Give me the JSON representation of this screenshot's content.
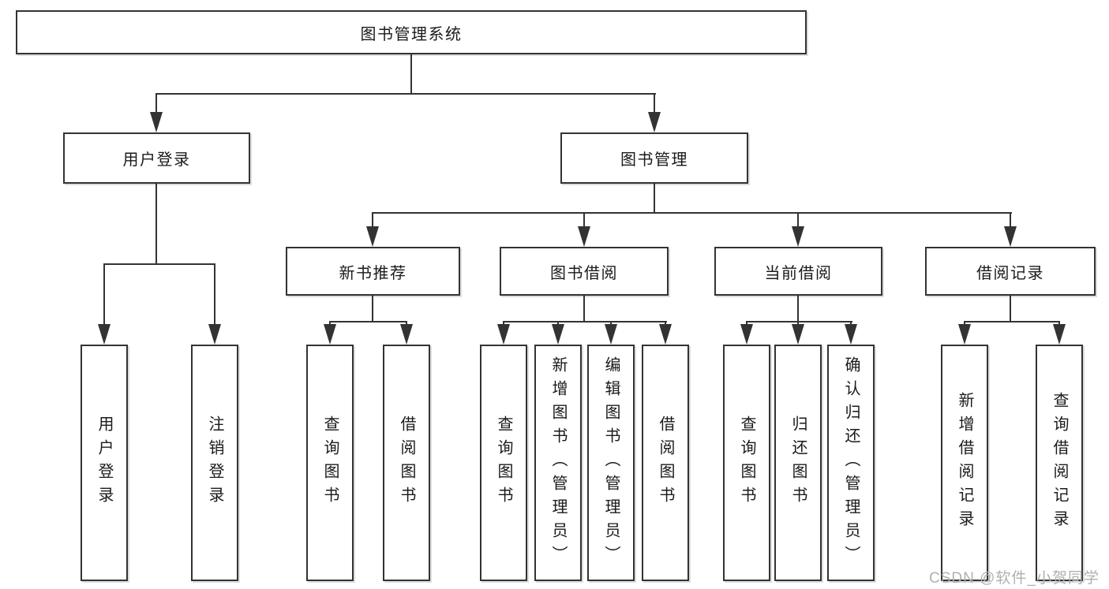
{
  "root_label": "图书管理系统",
  "level2": {
    "user_login": "用户登录",
    "book_mgmt": "图书管理"
  },
  "level3": {
    "new_book_recommend": "新书推荐",
    "book_borrow": "图书借阅",
    "current_borrow": "当前借阅",
    "borrow_record": "借阅记录"
  },
  "leaves": {
    "user_login": "用户登录",
    "logout": "注销登录",
    "recommend_query_books": "查询图书",
    "recommend_borrow_books": "借阅图书",
    "borrow_query_books": "查询图书",
    "borrow_add_books_admin": "新增图书（管理员）",
    "borrow_edit_books_admin": "编辑图书（管理员）",
    "borrow_borrow_books": "借阅图书",
    "current_query_books": "查询图书",
    "current_return_books": "归还图书",
    "current_confirm_return_admin": "确认归还（管理员）",
    "record_add_record": "新增借阅记录",
    "record_query_record": "查询借阅记录"
  },
  "watermark": "CSDN @软件_小贺同学",
  "colors": {
    "line": "#333333",
    "text": "#1a1a1a",
    "watermark": "#b0b0b0"
  }
}
